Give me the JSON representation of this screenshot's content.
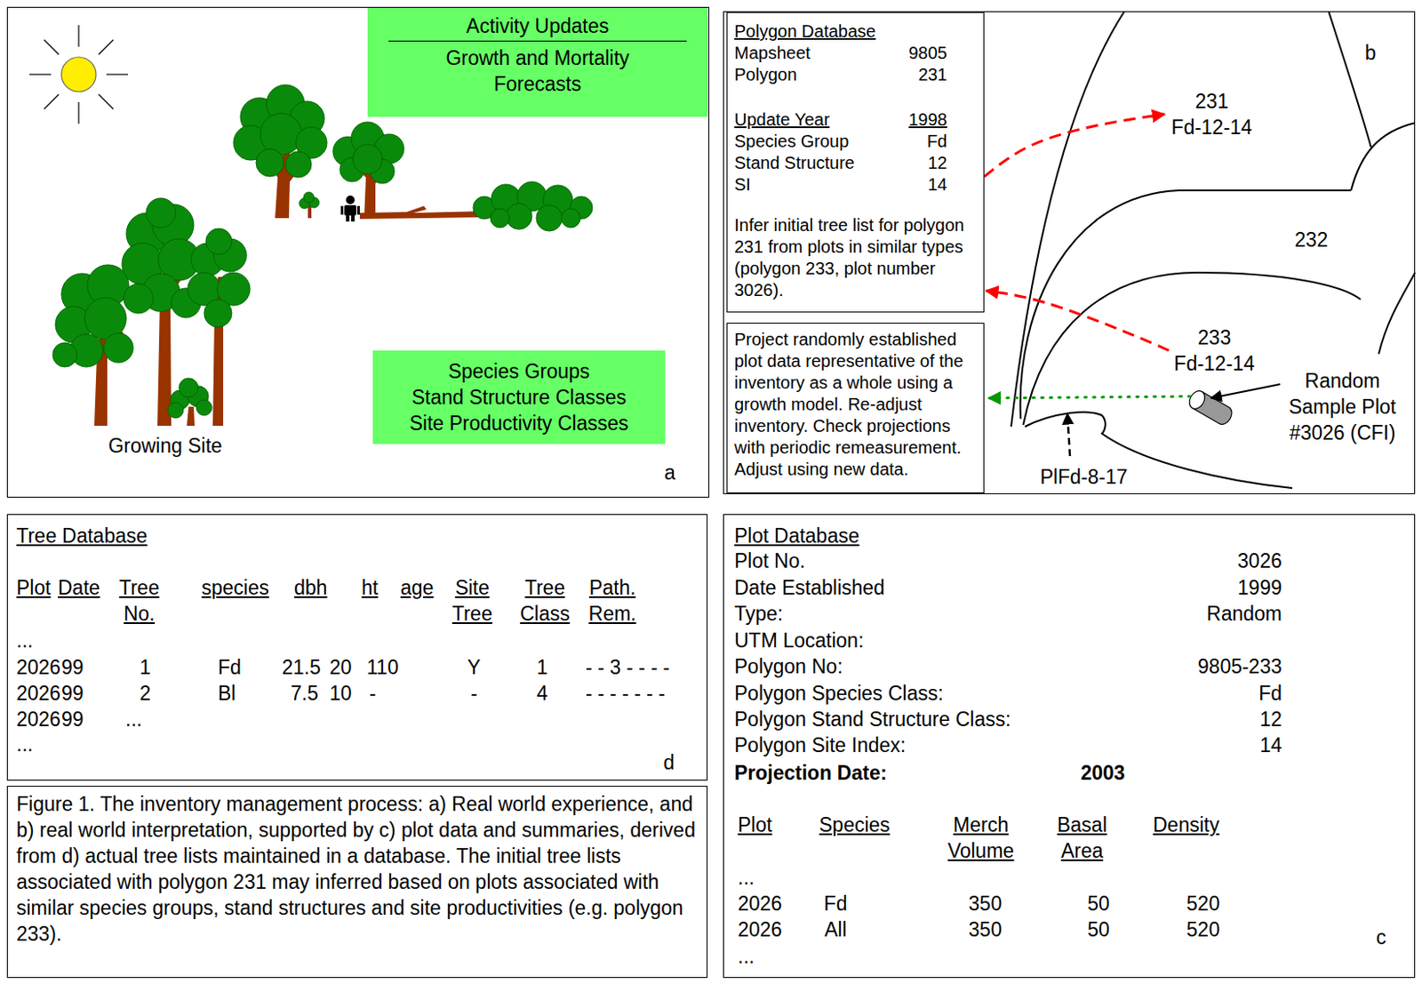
{
  "diagram": {
    "caption": "Figure 1. The inventory management process: a) Real world experience, and b) real world interpretation, supported by c) plot data and summaries, derived from d) actual tree lists maintained in a database. The initial tree lists associated with polygon 231 may inferred based on plots associated with similar species groups, stand structures and site productivities (e.g. polygon 233).",
    "nodes": [
      {
        "text": [
          "a"
        ]
      },
      {
        "text": [
          "Activity Updates",
          "Growth and Mortality Forecasts"
        ],
        "in": 0
      },
      {
        "text": [
          "Species Groups",
          "Stand Structure Classes",
          "Site Productivity Classes"
        ],
        "in": 0
      },
      {
        "text": [
          "b"
        ]
      },
      {
        "text": [
          "Polygon Database",
          "Mapsheet",
          "9805",
          "Polygon",
          "231",
          "Update Year",
          "1998",
          "Species Group",
          "Fd",
          "Stand Structure",
          "12",
          "SI",
          "14",
          "Infer initial tree list for polygon 231 from plots in similar types (polygon 233, plot number 3026)."
        ],
        "in": 3
      },
      {
        "text": [
          "Project randomly established plot data representative of the inventory as a whole using a growth model. Re-adjust inventory. Check projections with periodic remeasurement. Adjust using new data."
        ],
        "in": 3
      },
      {
        "text": [
          "231",
          "Fd-12-14"
        ],
        "in": 3
      },
      {
        "text": [
          "232"
        ],
        "in": 3
      },
      {
        "text": [
          "233",
          "Fd-12-14"
        ],
        "in": 3
      },
      {
        "text": [
          "Tree Database",
          "Plot",
          "Date",
          "Tree No.",
          "species",
          "dbh",
          "ht",
          "age",
          "Site Tree",
          "Tree Class",
          "Path. Rem.",
          "...",
          "2026",
          "99",
          "1",
          "Fd",
          "21.5",
          "20",
          "110",
          "Y",
          "1",
          "- - 3 - - - -",
          "2026",
          "99",
          "2",
          "Bl",
          "7.5",
          "10",
          "-",
          "-",
          "4",
          "- - - - - - -",
          "2026",
          "99",
          "...",
          "...",
          "d"
        ]
      },
      {
        "text": [
          "Plot Database",
          "Plot No.",
          "3026",
          "Date Established",
          "1999",
          "Type:",
          "Random",
          "UTM Location:",
          "Polygon No:",
          "9805-233",
          "Polygon Species Class:",
          "Fd",
          "Polygon Stand Structure Class:",
          "12",
          "Polygon Site Index:",
          "14",
          "Projection Date:",
          "2003",
          "Plot",
          "Species",
          "Merch Volume",
          "Basal Area",
          "Density",
          "...",
          "2026",
          "Fd",
          "350",
          "50",
          "520",
          "2026",
          "All",
          "350",
          "50",
          "520",
          "...",
          "c"
        ]
      }
    ],
    "edges": [
      {
        "from": 4,
        "to": 6,
        "arrow": "to"
      },
      {
        "from": 8,
        "to": 4,
        "arrow": "to"
      }
    ],
    "labels": [
      "Growing Site",
      "PlFd-8-17",
      "Random Sample Plot #3026 (CFI)"
    ]
  }
}
